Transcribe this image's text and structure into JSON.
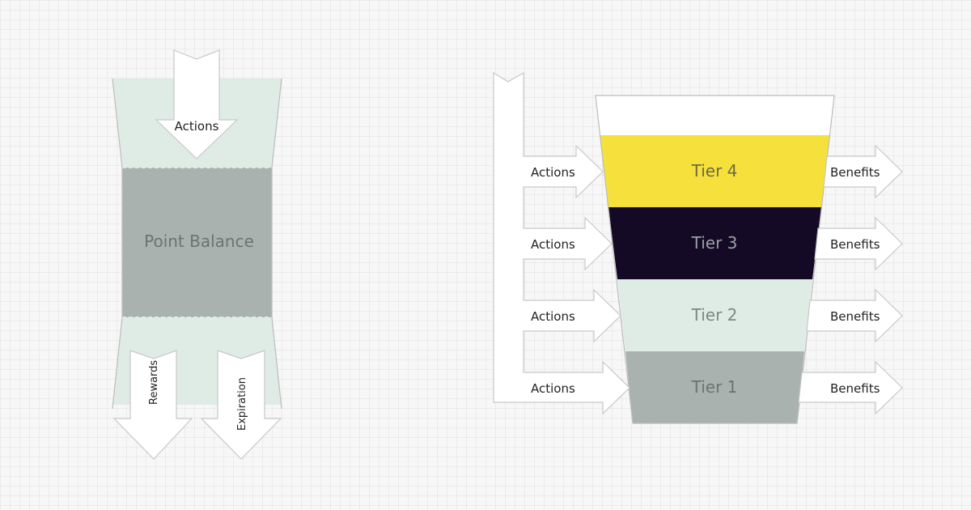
{
  "left_diagram": {
    "input_label": "Actions",
    "balance_label": "Point Balance",
    "output_labels": [
      "Rewards",
      "Expiration"
    ],
    "colors": {
      "container": "#dfece6",
      "balance": "#aab2af",
      "balance_text": "#6b7472"
    }
  },
  "right_diagram": {
    "tiers": [
      {
        "label": "Tier 4",
        "action_label": "Actions",
        "benefit_label": "Benefits",
        "fill": "#f6e13c",
        "text_color": "#6b6a45"
      },
      {
        "label": "Tier 3",
        "action_label": "Actions",
        "benefit_label": "Benefits",
        "fill": "#140a25",
        "text_color": "#9aa0a6"
      },
      {
        "label": "Tier 2",
        "action_label": "Actions",
        "benefit_label": "Benefits",
        "fill": "#dfece6",
        "text_color": "#7d8783"
      },
      {
        "label": "Tier 1",
        "action_label": "Actions",
        "benefit_label": "Benefits",
        "fill": "#aab2af",
        "text_color": "#6b7472"
      }
    ]
  }
}
